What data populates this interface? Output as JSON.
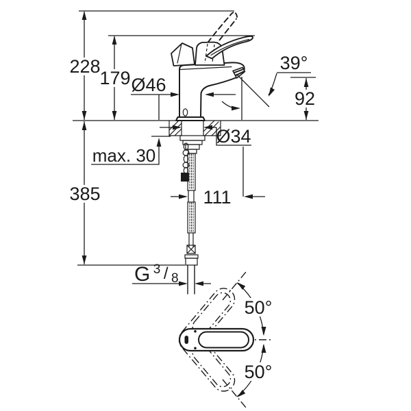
{
  "side_view": {
    "dim_overall_height": "228",
    "dim_lever_height": "179",
    "dim_body_diameter": "Ø46",
    "dim_spout_angle": "39°",
    "dim_spout_outlet_height": "92",
    "dim_hole_diameter": "Ø34",
    "dim_max_deck_thickness": "max. 30",
    "dim_below_deck_length": "385",
    "dim_spout_projection": "111",
    "thread": {
      "g": "G",
      "numerator": "3",
      "slash": "/",
      "denominator": "8"
    }
  },
  "bottom_view": {
    "dim_swing_upper": "50°",
    "dim_swing_lower": "50°"
  },
  "colors": {
    "line": "#1b1b1b",
    "background": "#ffffff"
  }
}
